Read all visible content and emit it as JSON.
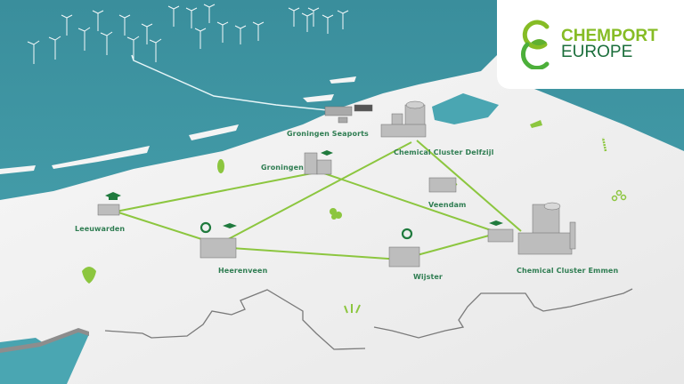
{
  "logo": {
    "line1": "CHEMPORT",
    "line2": "EUROPE",
    "color_primary": "#86bc25",
    "color_secondary": "#1b6e3b"
  },
  "colors": {
    "sea": "#3f9aa8",
    "land": "#f2f2f2",
    "connection_line": "#8cc63f",
    "label_text": "#2f7d52",
    "icon_dark_green": "#1f7a3d",
    "icon_light_green": "#8cc63f"
  },
  "locations": [
    {
      "id": "groningen-seaports",
      "label": "Groningen Seaports",
      "type": "port"
    },
    {
      "id": "chemical-cluster-delfzijl",
      "label": "Chemical Cluster Delfzijl",
      "type": "chemical-cluster"
    },
    {
      "id": "groningen",
      "label": "Groningen",
      "type": "city",
      "icons": [
        "graduation-cap"
      ]
    },
    {
      "id": "leeuwarden",
      "label": "Leeuwarden",
      "type": "city",
      "icons": [
        "graduation-cap"
      ]
    },
    {
      "id": "heerenveen",
      "label": "Heerenveen",
      "type": "industrial",
      "icons": [
        "recycle",
        "graduation-cap"
      ]
    },
    {
      "id": "veendam",
      "label": "Veendam",
      "type": "industrial"
    },
    {
      "id": "wijster",
      "label": "Wijster",
      "type": "industrial",
      "icons": [
        "recycle"
      ]
    },
    {
      "id": "chemical-cluster-emmen",
      "label": "Chemical Cluster Emmen",
      "type": "chemical-cluster"
    }
  ],
  "connections": [
    [
      "leeuwarden",
      "groningen"
    ],
    [
      "leeuwarden",
      "heerenveen"
    ],
    [
      "heerenveen",
      "chemical-cluster-delfzijl"
    ],
    [
      "heerenveen",
      "wijster"
    ],
    [
      "groningen",
      "chemical-cluster-delfzijl"
    ],
    [
      "groningen",
      "emmen-hub"
    ],
    [
      "wijster",
      "emmen-hub"
    ],
    [
      "chemical-cluster-delfzijl",
      "chemical-cluster-emmen"
    ],
    [
      "veendam",
      "groningen-emmen-line"
    ]
  ],
  "decorative_icons": [
    "corn-icon",
    "beet-icon",
    "sprout-icon",
    "grass-icon",
    "leaf-icon",
    "wheat-icon",
    "flower-icon",
    "wind-turbines"
  ]
}
